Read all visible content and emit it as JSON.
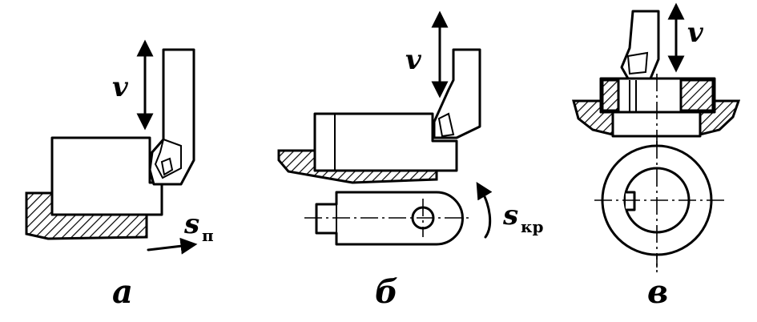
{
  "figure": {
    "panel_labels": [
      "а",
      "б",
      "в"
    ],
    "velocity_label": "v",
    "feed_a": {
      "symbol": "s",
      "subscript": "п"
    },
    "feed_b": {
      "symbol": "s",
      "subscript": "кр"
    }
  }
}
